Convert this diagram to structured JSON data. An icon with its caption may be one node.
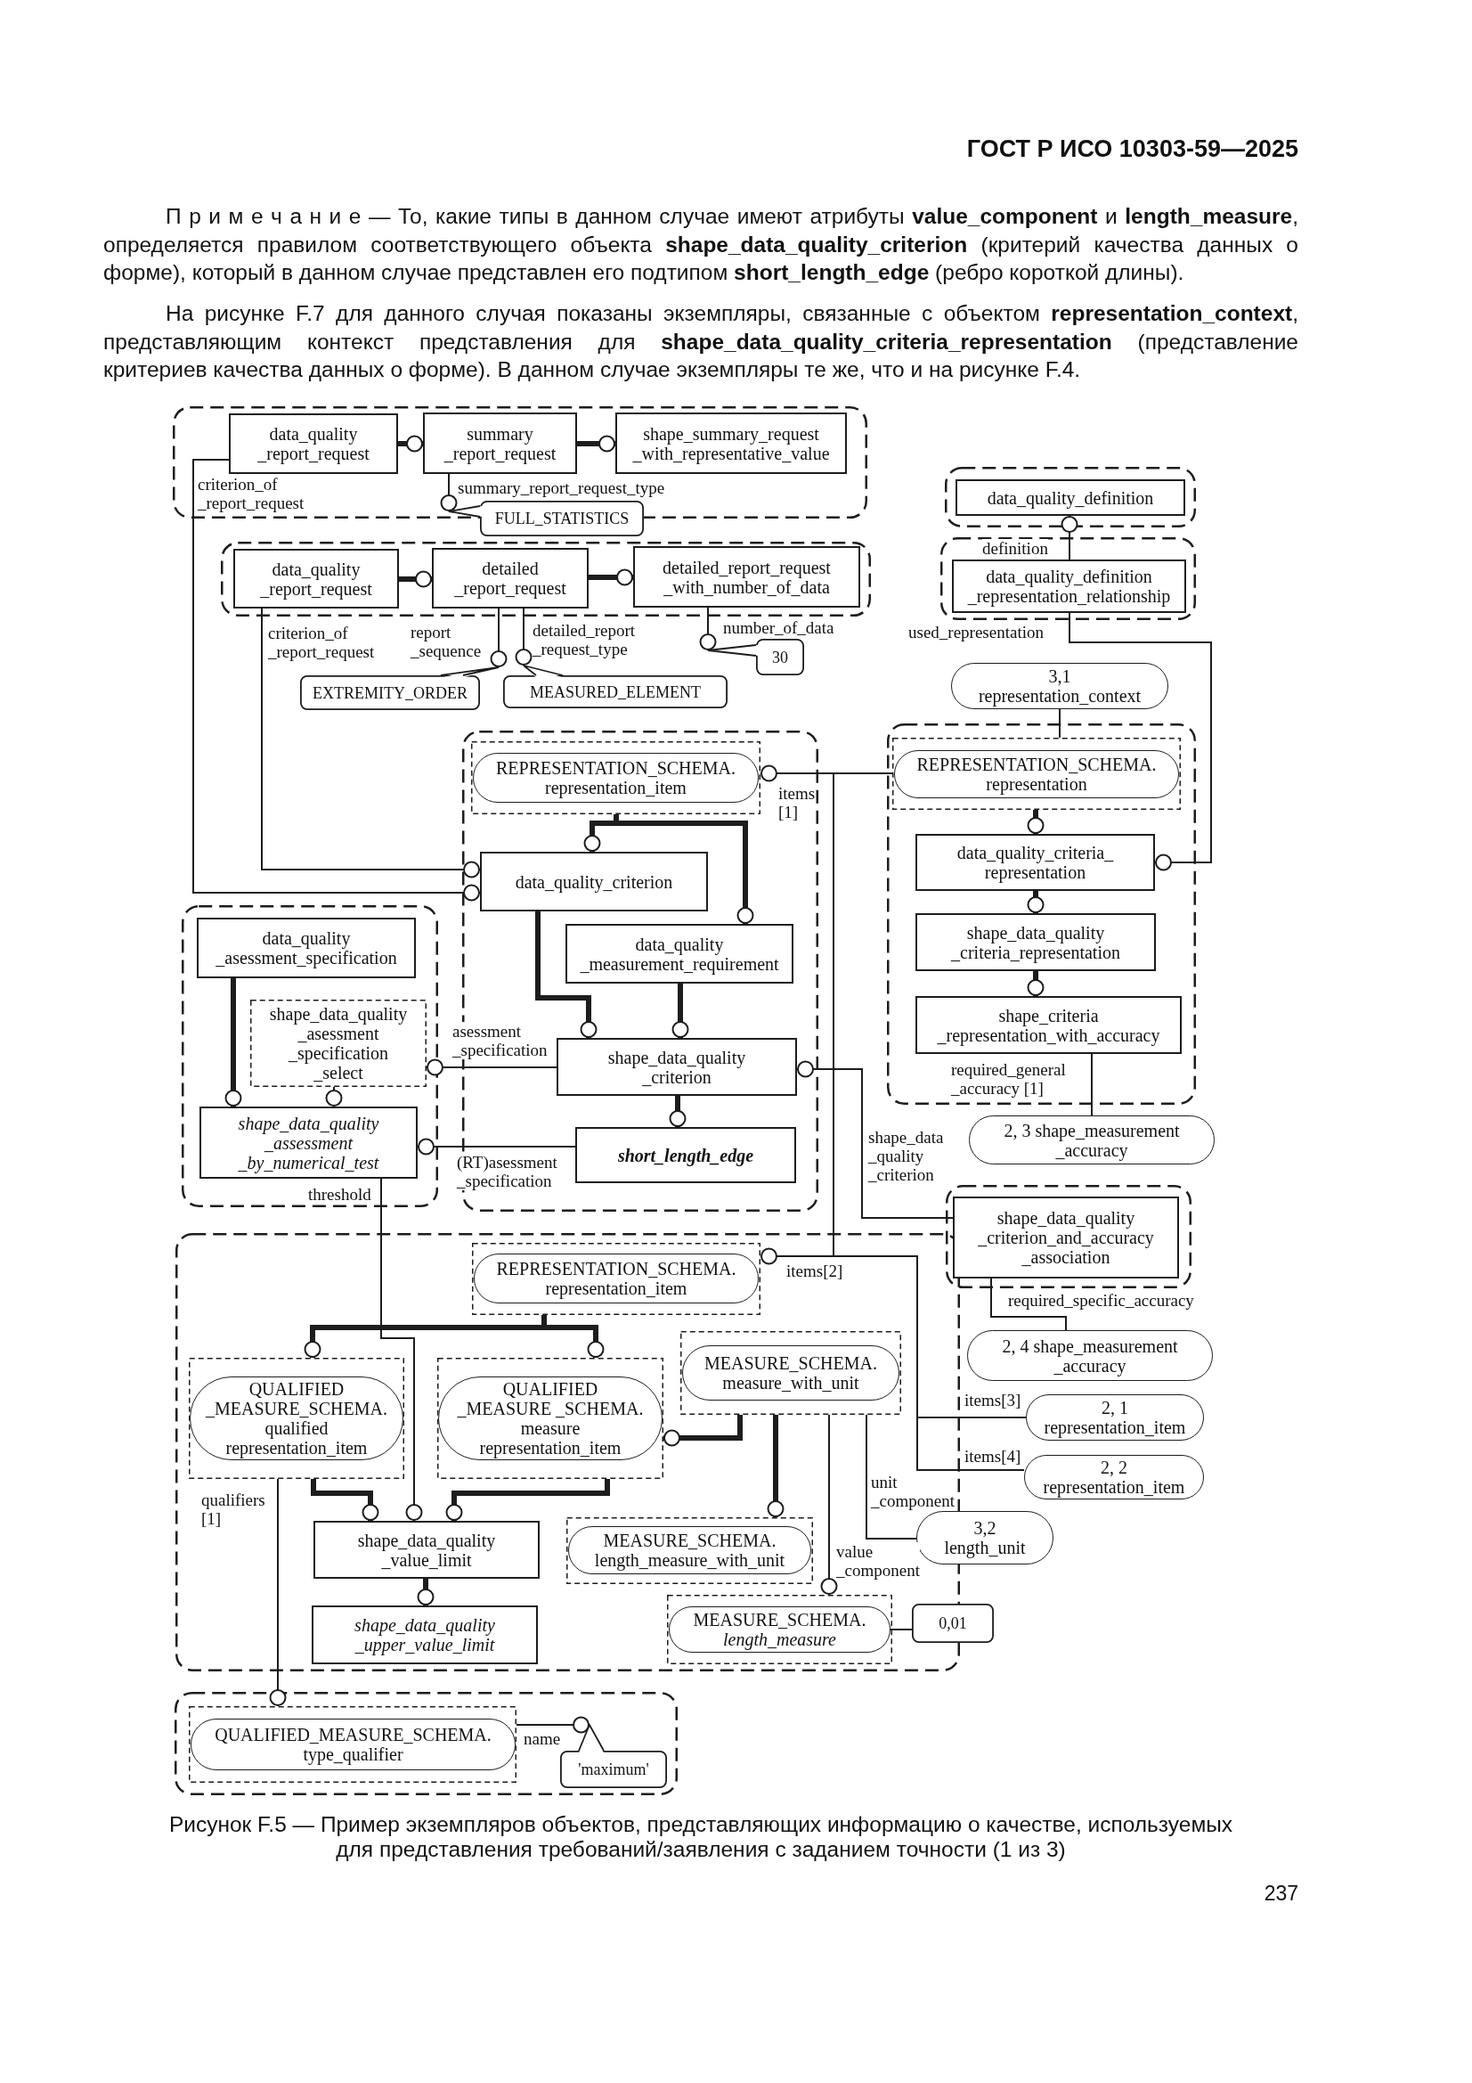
{
  "diagram": {
    "caption": "Рисунок F.5 — Пример экземпляров объектов, представляющих информацию о качестве, используемых для представления требований/заявления с заданием точности (1 из 3)",
    "nodes": [
      {
        "text": [],
        "shape": "box"
      },
      {
        "text": [
          "data_quality _report_request"
        ],
        "in": 0
      },
      {
        "text": [
          "summary _report_request"
        ],
        "in": 0
      },
      {
        "text": [
          "shape_summary_request _with_representative_value"
        ],
        "in": 0
      },
      {
        "text": [
          "FULL_STATISTICS"
        ]
      },
      {
        "text": [],
        "shape": "box"
      },
      {
        "text": [
          "data_quality _report_request"
        ],
        "in": 5
      },
      {
        "text": [
          "detailed _report_request"
        ],
        "in": 5
      },
      {
        "text": [
          "detailed_report_request _with_number_of_data"
        ],
        "in": 5
      },
      {
        "text": [
          "30"
        ]
      },
      {
        "text": [
          "EXTREMITY_ORDER"
        ]
      },
      {
        "text": [
          "MEASURED_ELEMENT"
        ]
      },
      {
        "text": [],
        "shape": "box"
      },
      {
        "text": [
          "data_quality_definition"
        ],
        "in": 12
      },
      {
        "text": [],
        "shape": "box"
      },
      {
        "text": [
          "data_quality_definition _representation_relationship"
        ],
        "in": 14
      },
      {
        "text": [
          "3,1 representation_context"
        ]
      },
      {
        "text": [],
        "shape": "box"
      },
      {
        "text": [],
        "shape": "box",
        "in": 17
      },
      {
        "text": [
          "REPRESENTATION_SCHEMA. representation_item"
        ],
        "in": 18
      },
      {
        "text": [
          "data_quality_criterion"
        ],
        "in": 17
      },
      {
        "text": [
          "data_quality _measurement_requirement"
        ],
        "in": 17
      },
      {
        "text": [
          "shape_data_quality _criterion"
        ],
        "in": 17
      },
      {
        "text": [
          "short_length_edge"
        ],
        "in": 17
      },
      {
        "text": [],
        "shape": "box"
      },
      {
        "text": [],
        "shape": "box",
        "in": 24
      },
      {
        "text": [
          "REPRESENTATION_SCHEMA. representation"
        ],
        "in": 25
      },
      {
        "text": [
          "data_quality_criteria_ representation"
        ],
        "in": 24
      },
      {
        "text": [
          "shape_data_quality _criteria_representation"
        ],
        "in": 24
      },
      {
        "text": [
          "shape_criteria _representation_with_accuracy"
        ],
        "in": 24
      },
      {
        "text": [],
        "shape": "box"
      },
      {
        "text": [
          "data_quality _asessment_specification"
        ],
        "in": 30
      },
      {
        "text": [
          "shape_data_quality _asessment _specification _select"
        ],
        "in": 30
      },
      {
        "text": [
          "shape_data_quality _assessment _by_numerical_test"
        ],
        "in": 30
      },
      {
        "text": [
          "2, 3 shape_measurement _accuracy"
        ]
      },
      {
        "text": [],
        "shape": "box"
      },
      {
        "text": [
          "shape_data_quality _criterion_and_accuracy _association"
        ],
        "in": 35
      },
      {
        "text": [],
        "shape": "box"
      },
      {
        "text": [],
        "shape": "box",
        "in": 37
      },
      {
        "text": [
          "REPRESENTATION_SCHEMA. representation_item"
        ],
        "in": 38
      },
      {
        "text": [],
        "shape": "box",
        "in": 37
      },
      {
        "text": [
          "QUALIFIED _MEASURE_SCHEMA. qualified representation_item"
        ],
        "in": 40
      },
      {
        "text": [],
        "shape": "box",
        "in": 37
      },
      {
        "text": [
          "QUALIFIED _MEASURE _SCHEMA. measure representation_item"
        ],
        "in": 42
      },
      {
        "text": [],
        "shape": "box",
        "in": 37
      },
      {
        "text": [
          "MEASURE_SCHEMA. measure_with_unit"
        ],
        "in": 44
      },
      {
        "text": [
          "shape_data_quality _value_limit"
        ],
        "in": 37
      },
      {
        "text": [],
        "shape": "box",
        "in": 37
      },
      {
        "text": [
          "MEASURE_SCHEMA. length_measure_with_unit"
        ],
        "in": 47
      },
      {
        "text": [],
        "shape": "box",
        "in": 37
      },
      {
        "text": [
          "MEASURE_SCHEMA. *length_measure*"
        ],
        "in": 49
      },
      {
        "text": [
          "shape_data_quality _upper_value_limit"
        ],
        "in": 37
      },
      {
        "text": [
          "2, 4 shape_measurement _accuracy"
        ]
      },
      {
        "text": [
          "2, 1 representation_item"
        ]
      },
      {
        "text": [
          "2, 2 representation_item"
        ]
      },
      {
        "text": [
          "3,2 length_unit"
        ]
      },
      {
        "text": [
          "0,01"
        ]
      },
      {
        "text": [],
        "shape": "box"
      },
      {
        "text": [],
        "shape": "box",
        "in": 57
      },
      {
        "text": [
          "QUALIFIED_MEASURE_SCHEMA. type_qualifier"
        ],
        "in": 58
      },
      {
        "text": [
          "'maximum'"
        ],
        "in": 57
      }
    ],
    "edges": [
      {
        "from": 1,
        "to": 2,
        "arrow": "other",
        "style": "thick"
      },
      {
        "from": 2,
        "to": 3,
        "arrow": "other",
        "style": "thick"
      },
      {
        "from": 2,
        "to": 4,
        "arrow": "other",
        "label": "summary_report_request_type"
      },
      {
        "from": 1,
        "to": 20,
        "arrow": "other",
        "label": "criterion_of _report_request"
      },
      {
        "from": 6,
        "to": 7,
        "arrow": "other",
        "style": "thick"
      },
      {
        "from": 7,
        "to": 8,
        "arrow": "other",
        "style": "thick"
      },
      {
        "from": 8,
        "to": 9,
        "arrow": "other",
        "label": "number_of_data"
      },
      {
        "from": 7,
        "to": 10,
        "arrow": "other",
        "label": "report _sequence"
      },
      {
        "from": 7,
        "to": 11,
        "arrow": "other",
        "label": "detailed_report _request_type"
      },
      {
        "from": 6,
        "to": 20,
        "arrow": "other",
        "label": "criterion_of _report_request"
      },
      {
        "from": 15,
        "to": 13,
        "arrow": "other",
        "label": "definition"
      },
      {
        "from": 15,
        "to": 27,
        "arrow": "other",
        "label": "used_representation"
      },
      {
        "from": 25,
        "to": 16,
        "arrow": "none"
      },
      {
        "from": 25,
        "to": 18,
        "arrow": "other",
        "label": "items [1]"
      },
      {
        "from": 25,
        "to": 38,
        "arrow": "other",
        "label": "items[2]"
      },
      {
        "from": 25,
        "to": 53,
        "arrow": "none",
        "label": "items[3]"
      },
      {
        "from": 25,
        "to": 54,
        "arrow": "none",
        "label": "items[4]"
      },
      {
        "from": 18,
        "to": 20,
        "arrow": "other",
        "style": "thick"
      },
      {
        "from": 18,
        "to": 21,
        "arrow": "other",
        "style": "thick"
      },
      {
        "from": 20,
        "to": 22,
        "arrow": "other",
        "style": "thick"
      },
      {
        "from": 21,
        "to": 22,
        "arrow": "other",
        "style": "thick"
      },
      {
        "from": 22,
        "to": 23,
        "arrow": "other",
        "style": "thick"
      },
      {
        "from": 25,
        "to": 27,
        "arrow": "other",
        "style": "thick"
      },
      {
        "from": 27,
        "to": 28,
        "arrow": "other",
        "style": "thick"
      },
      {
        "from": 28,
        "to": 29,
        "arrow": "other",
        "style": "thick"
      },
      {
        "from": 29,
        "to": 34,
        "arrow": "none",
        "label": "required_general _accuracy [1]"
      },
      {
        "from": 22,
        "to": 32,
        "arrow": "other",
        "label": "asessment _specification"
      },
      {
        "from": 23,
        "to": 33,
        "arrow": "other",
        "label": "(RT)asessment _specification"
      },
      {
        "from": 31,
        "to": 33,
        "arrow": "other",
        "style": "thick"
      },
      {
        "from": 32,
        "to": 33,
        "arrow": "other"
      },
      {
        "from": 36,
        "to": 22,
        "arrow": "other",
        "label": "shape_data _quality _criterion"
      },
      {
        "from": 36,
        "to": 52,
        "arrow": "none",
        "label": "required_specific_accuracy"
      },
      {
        "from": 38,
        "to": 40,
        "arrow": "other",
        "style": "thick"
      },
      {
        "from": 38,
        "to": 42,
        "arrow": "other",
        "style": "thick"
      },
      {
        "from": 44,
        "to": 42,
        "arrow": "other",
        "style": "thick"
      },
      {
        "from": 44,
        "to": 47,
        "arrow": "other",
        "style": "thick"
      },
      {
        "from": 44,
        "to": 49,
        "arrow": "other",
        "label": "value _component"
      },
      {
        "from": 44,
        "to": 55,
        "arrow": "none",
        "label": "unit _component"
      },
      {
        "from": 40,
        "to": 46,
        "arrow": "other",
        "style": "thick"
      },
      {
        "from": 42,
        "to": 46,
        "arrow": "other",
        "style": "thick"
      },
      {
        "from": 33,
        "to": 46,
        "arrow": "other",
        "label": "threshold"
      },
      {
        "from": 46,
        "to": 51,
        "arrow": "other",
        "style": "thick"
      },
      {
        "from": 40,
        "to": 58,
        "arrow": "other",
        "label": "qualifiers [1]"
      },
      {
        "from": 58,
        "to": 60,
        "arrow": "other",
        "label": "name"
      },
      {
        "from": 50,
        "to": 56,
        "arrow": "none"
      }
    ],
    "labels": [
      "ГОСТ Р ИСО 10303-59—2025",
      "П р и м е ч а н и е — То, какие типы в данном случае имеют атрибуты **value_component** и **length_measure**, определяется правилом соответствующего объекта **shape_data_quality_criterion** (критерий качества данных о форме), который в данном случае представлен его подтипом **short_length_edge** (ребро короткой длины).",
      "На рисунке F.7 для данного случая показаны экземпляры, связанные с объектом **representation_context**, представляющим контекст представления для **shape_data_quality_criteria_representation** (представление критериев качества данных о форме). В данном случае экземпляры те же, что и на рисунке F.4.",
      "237"
    ]
  }
}
